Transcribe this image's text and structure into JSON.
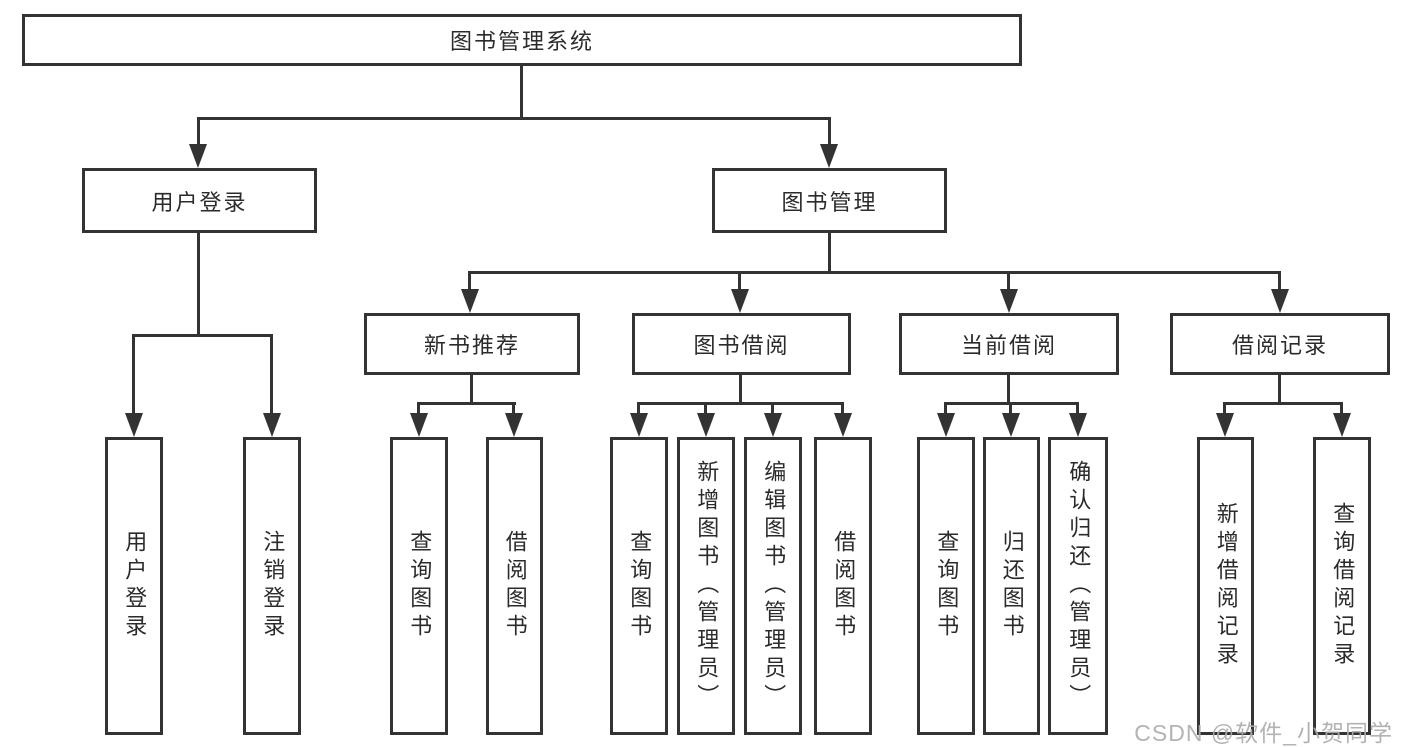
{
  "diagram_title": "图书管理系统",
  "nodes": {
    "root": {
      "label": "图书管理系统"
    },
    "user_login": {
      "label": "用户登录"
    },
    "book_management": {
      "label": "图书管理"
    },
    "new_book_recommendation": {
      "label": "新书推荐"
    },
    "book_borrowing": {
      "label": "图书借阅"
    },
    "current_borrowing": {
      "label": "当前借阅"
    },
    "borrowing_records": {
      "label": "借阅记录"
    },
    "leaf_user_login": {
      "label": "用户登录"
    },
    "leaf_logout": {
      "label": "注销登录"
    },
    "recommend_query_books": {
      "label": "查询图书"
    },
    "recommend_borrow_books": {
      "label": "借阅图书"
    },
    "borrow_query_books": {
      "label": "查询图书"
    },
    "borrow_add_books": {
      "label": "新增图书（管理员）"
    },
    "borrow_edit_books": {
      "label": "编辑图书（管理员）"
    },
    "borrow_borrow_books": {
      "label": "借阅图书"
    },
    "current_query_books": {
      "label": "查询图书"
    },
    "current_return_books": {
      "label": "归还图书"
    },
    "current_confirm_return": {
      "label": "确认归还（管理员）"
    },
    "records_add_record": {
      "label": "新增借阅记录"
    },
    "records_query_record": {
      "label": "查询借阅记录"
    }
  },
  "watermark": "CSDN @软件_小贺同学",
  "colors": {
    "line": "#333333",
    "text": "#2b2b2b",
    "watermark": "#acacac",
    "background": "#ffffff"
  }
}
